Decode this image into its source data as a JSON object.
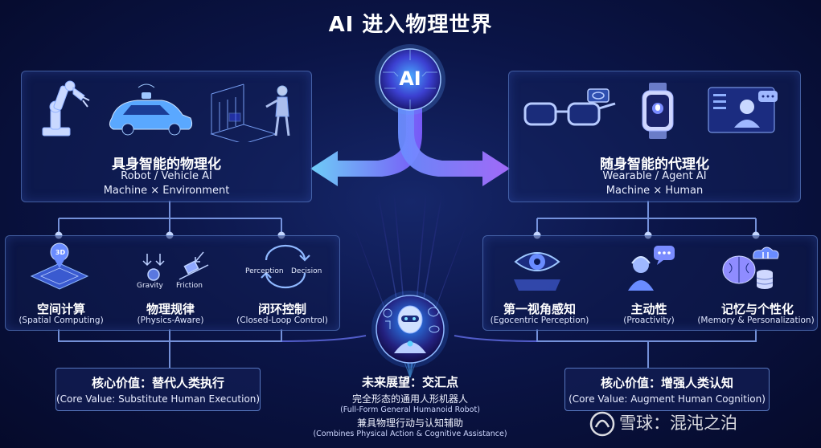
{
  "title": "AI 进入物理世界",
  "center": {
    "ai_label": "AI"
  },
  "left_panel": {
    "title": "具身智能的物理化",
    "sub1": "Robot / Vehicle AI",
    "sub2": "Machine × Environment",
    "icons": [
      "robot-arm-icon",
      "autonomous-car-icon",
      "humanoid-robot-digital-twin-icon"
    ]
  },
  "right_panel": {
    "title": "随身智能的代理化",
    "sub1": "Wearable / Agent AI",
    "sub2": "Machine × Human",
    "icons": [
      "smart-glasses-icon",
      "smartwatch-icon",
      "video-agent-icon"
    ]
  },
  "left_sub": [
    {
      "title": "空间计算",
      "en": "(Spatial Computing)",
      "badge": "3D"
    },
    {
      "title": "物理规律",
      "en": "(Physics-Aware)",
      "gravity": "Gravity",
      "friction": "Friction"
    },
    {
      "title": "闭环控制",
      "en": "(Closed-Loop Control)",
      "perception": "Perception",
      "decision": "Decision"
    }
  ],
  "right_sub": [
    {
      "title": "第一视角感知",
      "en": "(Egocentric Perception)"
    },
    {
      "title": "主动性",
      "en": "(Proactivity)"
    },
    {
      "title": "记忆与个性化",
      "en": "(Memory & Personalization)"
    }
  ],
  "left_value": {
    "title": "核心价值：替代人类执行",
    "en": "(Core Value: Substitute Human Execution)"
  },
  "right_value": {
    "title": "核心价值：增强人类认知",
    "en": "(Core Value: Augment Human Cognition)"
  },
  "future": {
    "title": "未来展望：交汇点",
    "line1": "完全形态的通用人形机器人",
    "line1_en": "(Full-Form General Humanoid Robot)",
    "line2": "兼具物理行动与认知辅助",
    "line2_en": "(Combines Physical Action & Cognitive Assistance)"
  },
  "watermark": "雪球：混沌之泊",
  "colors": {
    "background": "#0b1548",
    "accent_blue": "#6fa8ff",
    "accent_purple": "#a77bff",
    "panel_border": "#6e96e6"
  }
}
